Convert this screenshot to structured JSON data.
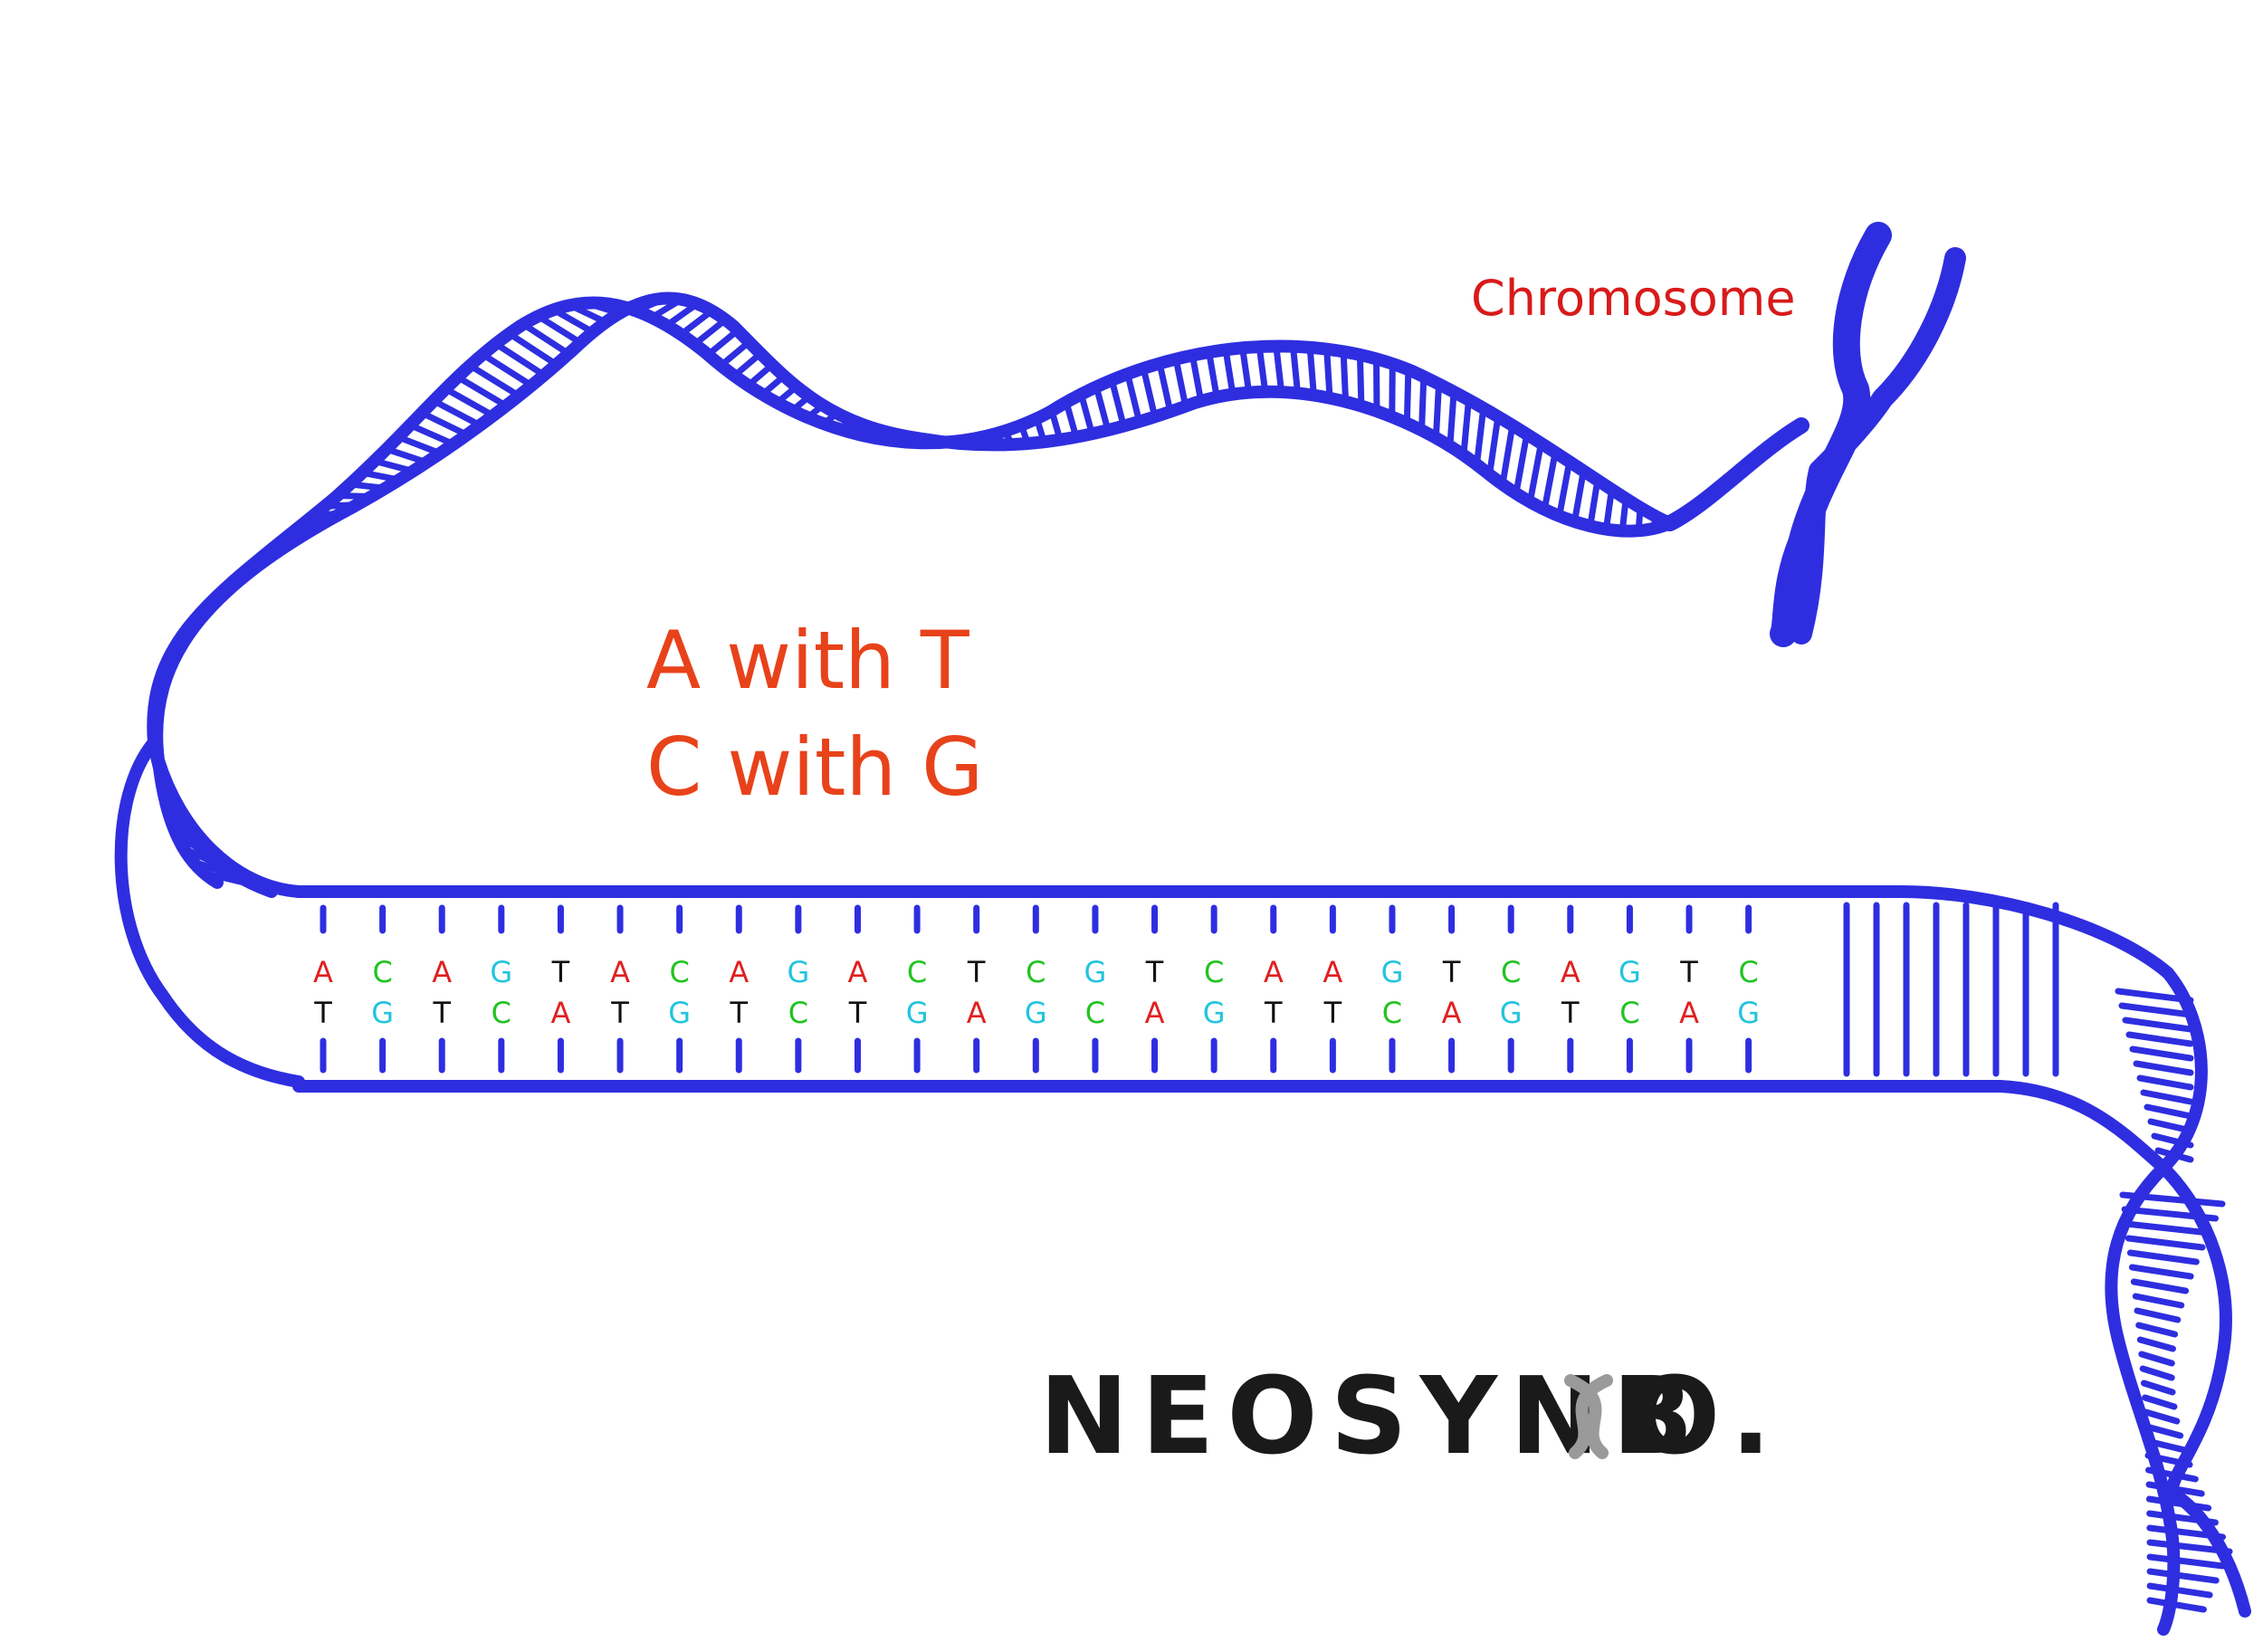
{
  "labels": {
    "chromosome": "Chromosome",
    "rule_1": "A with T",
    "rule_2": "C with G"
  },
  "logo": {
    "text_left": "NEOSYNB",
    "text_right": "O."
  },
  "base_pairs": [
    {
      "top": "A",
      "bottom": "T"
    },
    {
      "top": "C",
      "bottom": "G"
    },
    {
      "top": "A",
      "bottom": "T"
    },
    {
      "top": "G",
      "bottom": "C"
    },
    {
      "top": "T",
      "bottom": "A"
    },
    {
      "top": "A",
      "bottom": "T"
    },
    {
      "top": "C",
      "bottom": "G"
    },
    {
      "top": "A",
      "bottom": "T"
    },
    {
      "top": "G",
      "bottom": "C"
    },
    {
      "top": "A",
      "bottom": "T"
    },
    {
      "top": "C",
      "bottom": "G"
    },
    {
      "top": "T",
      "bottom": "A"
    },
    {
      "top": "C",
      "bottom": "G"
    },
    {
      "top": "G",
      "bottom": "C"
    },
    {
      "top": "T",
      "bottom": "A"
    },
    {
      "top": "C",
      "bottom": "G"
    },
    {
      "top": "A",
      "bottom": "T"
    },
    {
      "top": "A",
      "bottom": "T"
    },
    {
      "top": "G",
      "bottom": "C"
    },
    {
      "top": "T",
      "bottom": "A"
    },
    {
      "top": "C",
      "bottom": "G"
    },
    {
      "top": "A",
      "bottom": "T"
    },
    {
      "top": "G",
      "bottom": "C"
    },
    {
      "top": "T",
      "bottom": "A"
    },
    {
      "top": "C",
      "bottom": "G"
    }
  ],
  "colors": {
    "strand": "#2e2ee0",
    "chromosome_label": "#d81a1a",
    "rule_label": "#e8421a",
    "base_A": "#e02020",
    "base_C": "#22c322",
    "base_G": "#22c4dd",
    "base_T": "#111111",
    "logo_text": "#1a1a1a",
    "logo_mark": "#9a9a9a"
  }
}
